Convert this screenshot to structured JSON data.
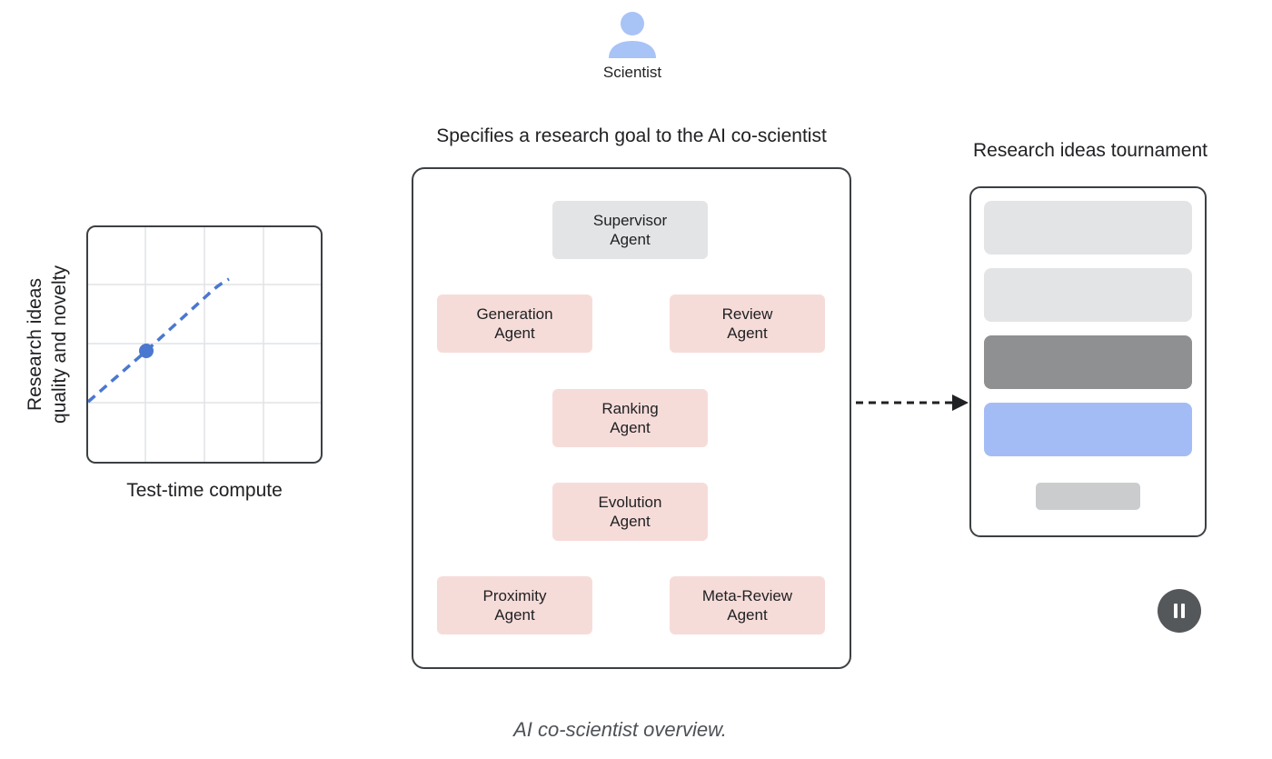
{
  "scientist": {
    "label": "Scientist",
    "icon": "person-icon",
    "icon_color": "#a8c3f6"
  },
  "goal_label": "Specifies a research goal to the AI co-scientist",
  "chart": {
    "xlabel": "Test-time compute",
    "ylabel_line1": "Research ideas",
    "ylabel_line2": "quality and novelty",
    "line_color": "#4a78d0"
  },
  "agents": {
    "supervisor": "Supervisor\nAgent",
    "generation": "Generation\nAgent",
    "review": "Review\nAgent",
    "ranking": "Ranking\nAgent",
    "evolution": "Evolution\nAgent",
    "proximity": "Proximity\nAgent",
    "meta_review": "Meta-Review\nAgent"
  },
  "tournament": {
    "title": "Research ideas tournament",
    "bar_colors": [
      "#e3e4e6",
      "#e3e4e6",
      "#8e9092",
      "#a4bcf5",
      "#cbcccd"
    ]
  },
  "caption": "AI co-scientist overview.",
  "pause_icon": "pause-icon"
}
